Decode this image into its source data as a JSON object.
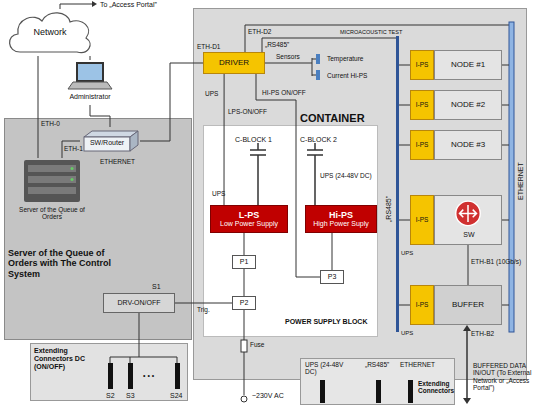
{
  "diagram": {
    "nodes": [
      {
        "text": [
          "Network"
        ]
      },
      {
        "text": [
          "Administrator"
        ]
      },
      {
        "text": [
          "Server of the Queue of Orders with The Control System"
        ]
      },
      {
        "text": [
          "SW/Router"
        ],
        "in": 2
      },
      {
        "text": [
          "Server of the Queue of Orders"
        ],
        "in": 2
      },
      {
        "text": [
          "DRV-ON/OFF"
        ],
        "in": 2
      },
      {
        "text": [
          "Extending Connectors DC (ON/OFF)"
        ]
      },
      {
        "text": [
          "CONTAINER"
        ]
      },
      {
        "text": [
          "DRIVER"
        ],
        "in": 7
      },
      {
        "text": [
          "POWER SUPPLY BLOCK"
        ],
        "in": 7
      },
      {
        "text": [
          "L-PS",
          "Low Power Supply"
        ],
        "in": 9
      },
      {
        "text": [
          "Hi-PS",
          "High Power Suply"
        ],
        "in": 9
      },
      {
        "text": [
          "P1"
        ],
        "in": 9
      },
      {
        "text": [
          "P2"
        ],
        "in": 9
      },
      {
        "text": [
          "P3"
        ],
        "in": 9
      },
      {
        "text": [
          "I-PS"
        ],
        "in": 7
      },
      {
        "text": [
          "NODE #1"
        ],
        "in": 7
      },
      {
        "text": [
          "I-PS"
        ],
        "in": 7
      },
      {
        "text": [
          "NODE #2"
        ],
        "in": 7
      },
      {
        "text": [
          "I-PS"
        ],
        "in": 7
      },
      {
        "text": [
          "NODE #3"
        ],
        "in": 7
      },
      {
        "text": [
          "I-PS"
        ],
        "in": 7
      },
      {
        "text": [
          "SW"
        ],
        "in": 7
      },
      {
        "text": [
          "I-PS"
        ],
        "in": 7
      },
      {
        "text": [
          "BUFFER"
        ],
        "in": 7
      },
      {
        "text": [
          "Extending Connectors"
        ]
      }
    ],
    "edges": [
      {
        "from": 0,
        "to": 1,
        "arrow": "none"
      },
      {
        "from": 0,
        "to": 4,
        "arrow": "none"
      },
      {
        "from": 4,
        "to": 3,
        "arrow": "none"
      },
      {
        "from": 1,
        "to": 3,
        "arrow": "none"
      },
      {
        "from": 3,
        "to": 8,
        "arrow": "none"
      },
      {
        "from": 8,
        "to": 10,
        "label": "LPS-ON/OFF",
        "arrow": "none"
      },
      {
        "from": 8,
        "to": 14,
        "label": "HI-PS ON/OFF",
        "arrow": "none"
      },
      {
        "from": 12,
        "to": 10,
        "arrow": "none"
      },
      {
        "from": 14,
        "to": 11,
        "arrow": "none"
      },
      {
        "from": 5,
        "to": 13,
        "label": "Trig.",
        "arrow": "none"
      },
      {
        "from": 5,
        "to": 6,
        "arrow": "none"
      },
      {
        "from": 22,
        "to": 24,
        "label": "ETH-B1 (10Gb/s)",
        "arrow": "none"
      }
    ],
    "labels": [
      "To „Access Portal”",
      "ETH-0",
      "ETH-1",
      "ETHERNET",
      "S1",
      "S2",
      "S3",
      "• • •",
      "S24",
      "ETH-D1",
      "ETH-D2",
      "„RS485”",
      "MICROACOUSTIC TEST",
      "UPS",
      "Sensors",
      "Temperature",
      "Current Hi-PS",
      "C-BLOCK 1",
      "C-BLOCK 2",
      "UPS",
      "UPS (24-48V DC)",
      "„RS485”",
      "ETHERNET",
      "UPS",
      "UPS",
      "ETH-B2",
      "Fuse",
      "~230V AC",
      "UPS (24-48V DC)",
      "„RS485”",
      "ETHERNET",
      "BUFFERED DATA IN/OUT (To External Network or „Access Portal”)"
    ]
  }
}
